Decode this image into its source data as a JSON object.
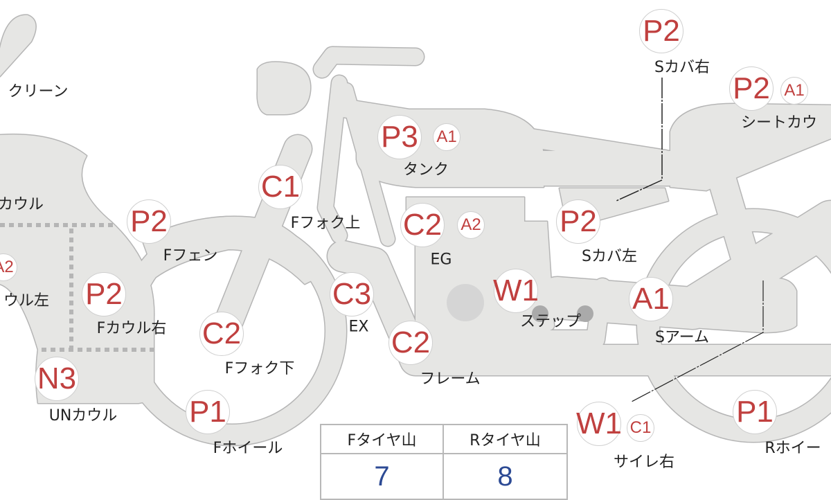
{
  "colors": {
    "code": "#c0403f",
    "value": "#2c4a94",
    "part_fill": "#e6e6e4",
    "part_stroke": "#b5b5b5"
  },
  "parts": [
    {
      "codes": [
        "P2"
      ],
      "label": "Sカバ右"
    },
    {
      "codes": [
        "P2",
        "A1"
      ],
      "label": "シートカウ"
    },
    {
      "codes": [
        "P3",
        "A1"
      ],
      "label": "タンク"
    },
    {
      "codes": [
        "C1"
      ],
      "label": "Fフォク上"
    },
    {
      "codes": [
        "P2"
      ],
      "label": "Fフェン"
    },
    {
      "codes": [
        "C2",
        "A2"
      ],
      "label": "EG"
    },
    {
      "codes": [
        "P2"
      ],
      "label": "Sカバ左"
    },
    {
      "codes": [
        "A2"
      ],
      "label": "ウル左"
    },
    {
      "codes": [
        "P2"
      ],
      "label": "Fカウル右"
    },
    {
      "codes": [
        "C3"
      ],
      "label": "EX"
    },
    {
      "codes": [
        "W1"
      ],
      "label": "ステップ"
    },
    {
      "codes": [
        "A1"
      ],
      "label": "Sアーム"
    },
    {
      "codes": [
        "C2"
      ],
      "label": "Fフォク下"
    },
    {
      "codes": [
        "C2"
      ],
      "label": "フレーム"
    },
    {
      "codes": [
        "N3"
      ],
      "label": "UNカウル"
    },
    {
      "codes": [
        "P1"
      ],
      "label": "Fホイール"
    },
    {
      "codes": [
        "W1",
        "C1"
      ],
      "label": "サイレ右"
    },
    {
      "codes": [
        "P1"
      ],
      "label": "Rホイー"
    }
  ],
  "extra_labels": {
    "screen": "クリーン",
    "cowl": "カウル"
  },
  "tire_table": {
    "headers": [
      "Fタイヤ山",
      "Rタイヤ山"
    ],
    "values": [
      "7",
      "8"
    ]
  }
}
